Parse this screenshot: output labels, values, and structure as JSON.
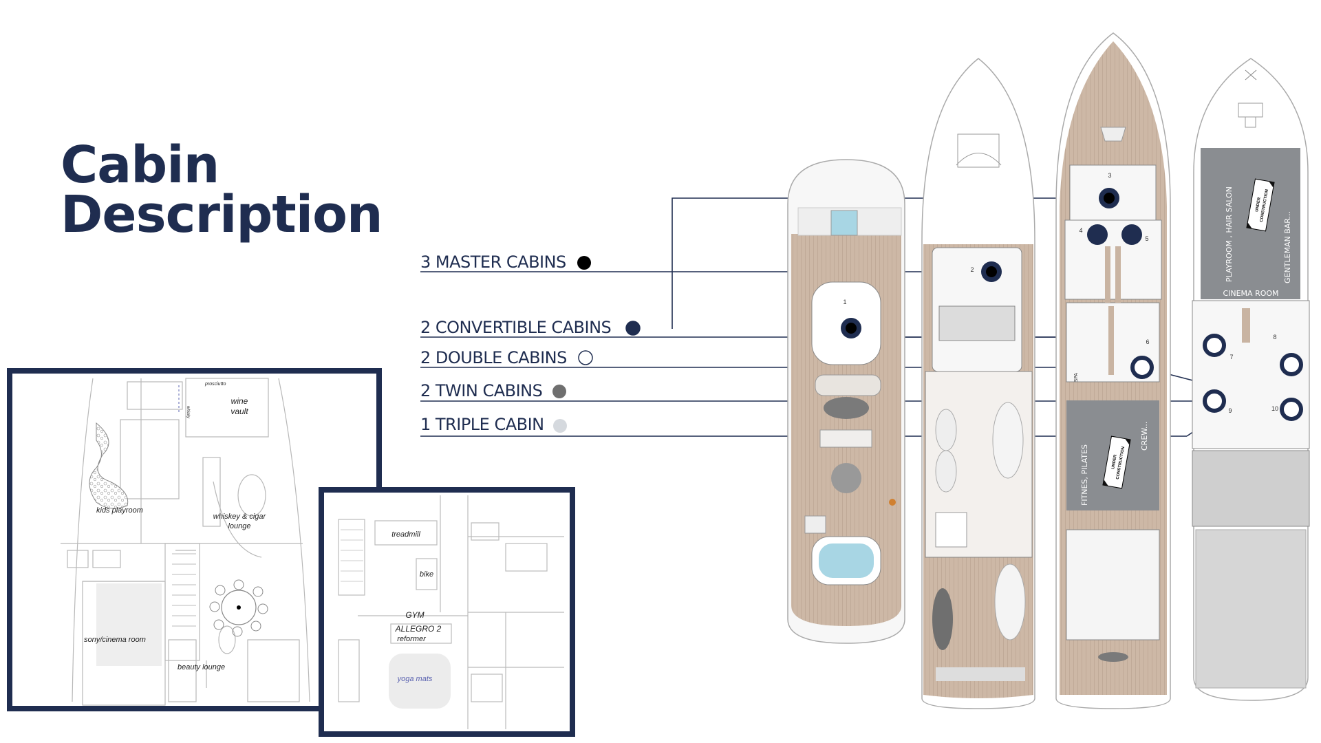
{
  "title": {
    "line1": "Cabin",
    "line2": "Description"
  },
  "legend": [
    {
      "label": "3 MASTER CABINS",
      "color": "#000000",
      "marker": "filled"
    },
    {
      "label": "2 CONVERTIBLE CABINS",
      "color": "#1f2d50",
      "marker": "half"
    },
    {
      "label": "2 DOUBLE CABINS",
      "color": "#ffffff",
      "marker": "outline"
    },
    {
      "label": "2 TWIN CABINS",
      "color": "#6f6f6f",
      "marker": "filled"
    },
    {
      "label": "1 TRIPLE CABIN",
      "color": "#d5d9de",
      "marker": "filled"
    }
  ],
  "inset1": {
    "prosciutto": "prosciutto",
    "whisky": "whisky",
    "wine_vault_1": "wine",
    "wine_vault_2": "vault",
    "kids_playroom": "kids playroom",
    "lounge_1": "whiskey & cigar",
    "lounge_2": "lounge",
    "cinema": "sony/cinema room",
    "beauty": "beauty lounge"
  },
  "inset2": {
    "treadmill": "treadmill",
    "bike": "bike",
    "gym": "GYM",
    "reformer_1": "ALLEGRO 2",
    "reformer_2": "reformer",
    "yoga": "yoga mats"
  },
  "decks": {
    "cinema_room": "CINEMA ROOM",
    "playroom": "PLAYROOM , HAIR SALON",
    "gentleman_bar": "GENTLEMAN BAR...",
    "fitness": "FITNES, PILATES",
    "crew": "CREW...",
    "under_construction_1": "UNDER",
    "under_construction_2": "CONSTRUCTION",
    "spa": "SPA",
    "cabin_numbers": [
      "1",
      "2",
      "3",
      "4",
      "5",
      "6",
      "7",
      "8",
      "9",
      "10"
    ]
  },
  "colors": {
    "navy": "#1f2d50",
    "wood": "#c9b4a2",
    "crew_grey": "#8a8d91",
    "water": "#a8d6e4"
  }
}
